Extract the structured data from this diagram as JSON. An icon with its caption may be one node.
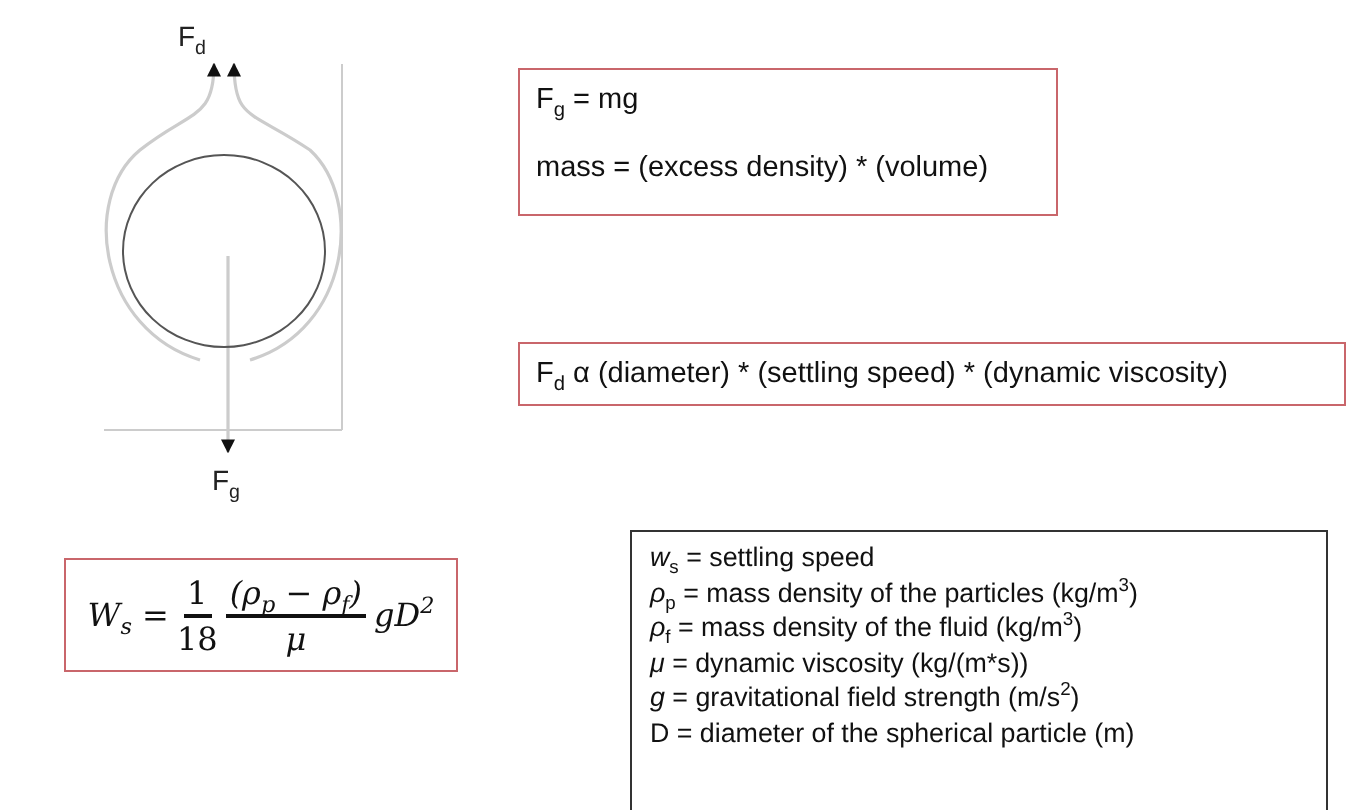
{
  "diagram": {
    "nodes": [
      {
        "text": [
          "F$_{d}$"
        ]
      },
      {
        "text": [],
        "shape": "circle"
      },
      {
        "text": [
          "F$_{g}$"
        ]
      },
      {
        "text": [
          "F$_{g}$ = mg",
          "mass = (excess density) * (volume)"
        ]
      },
      {
        "text": [
          "F$_{d}$ α (diameter) * (settling speed) * (dynamic viscosity)"
        ]
      },
      {
        "text": [
          "W$_{s}$ =",
          "1",
          "18",
          "(ρ$_{p}$ − ρ$_{f}$)",
          "μ",
          "gD$^{2}$"
        ]
      },
      {
        "text": [
          "*w*$_{s}$ = settling speed",
          "*ρ*$_{p}$ = mass density of the particles (kg/m$^{3}$)",
          "*ρ*$_{f}$ = mass density of the fluid (kg/m$^{3}$)",
          "*μ* = dynamic viscosity (kg/(m*s))",
          "*g* = gravitational field strength (m/s$^{2}$)",
          "D = diameter of the spherical particle (m)"
        ]
      }
    ],
    "edges": [
      {
        "from": 1,
        "to": 0,
        "arrow": "to"
      },
      {
        "from": 1,
        "to": 0,
        "arrow": "to"
      },
      {
        "from": 1,
        "to": 2,
        "arrow": "to"
      }
    ]
  }
}
